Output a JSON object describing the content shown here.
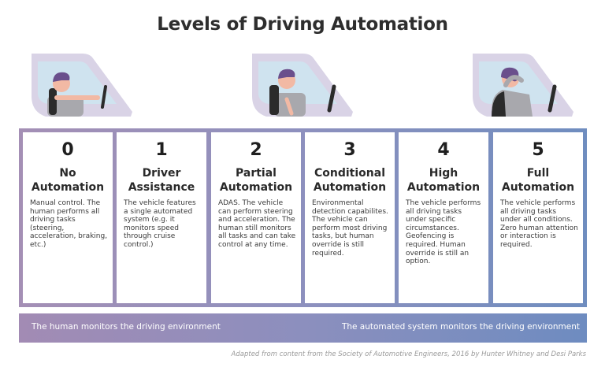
{
  "title": "Levels of Driving Automation",
  "levels": [
    {
      "number": "0",
      "name_line1": "No",
      "name_line2": "Automation",
      "description": "Manual control. The human performs all driving tasks (steering, acceleration, braking, etc.)"
    },
    {
      "number": "1",
      "name_line1": "Driver",
      "name_line2": "Assistance",
      "description": "The vehicle features a single automated system (e.g. it monitors speed through cruise control.)"
    },
    {
      "number": "2",
      "name_line1": "Partial",
      "name_line2": "Automation",
      "description": "ADAS. The vehicle can perform steering and acceleration. The human still monitors all tasks and can take control at any time."
    },
    {
      "number": "3",
      "name_line1": "Conditional",
      "name_line2": "Automation",
      "description": "Environmental detection capabilites. The vehicle can perform most driving tasks, but human override is still required."
    },
    {
      "number": "4",
      "name_line1": "High",
      "name_line2": "Automation",
      "description": "The vehicle performs all driving tasks under specific circumstances. Geofencing is required. Human override is still an option."
    },
    {
      "number": "5",
      "name_line1": "Full",
      "name_line2": "Automation",
      "description": "The vehicle performs all driving tasks under all conditions. Zero human attention or interaction is required."
    }
  ],
  "monitoring": {
    "human": "The human monitors the driving environment",
    "automated": "The automated system monitors the driving environment"
  },
  "credit": "Adapted from content from the Society of Automotive Engineers, 2016 by Hunter Whitney and Desi Parks",
  "colors": {
    "band_left": "#a48fb5",
    "band_right": "#6f8dbf",
    "car_body": "#d9d3e6",
    "window": "#cfe3ef",
    "hair": "#6a4f8c",
    "skin": "#f2b9a4",
    "shirt": "#a8a8ad"
  },
  "icons": [
    "driver-hands-on-wheel-icon",
    "driver-hands-off-icon",
    "driver-relaxing-icon"
  ]
}
